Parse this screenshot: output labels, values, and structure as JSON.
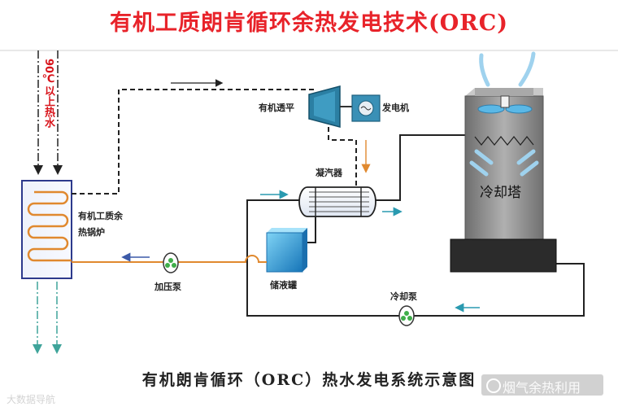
{
  "title": "有机工质朗肯循环余热发电技术(ORC)",
  "subtitle": "有机朗肯循环（ORC）热水发电系统示意图",
  "labels": {
    "hot_water": "90℃以上热水",
    "boiler": "有机工质余\n热锅炉",
    "turbine": "有机透平",
    "generator": "发电机",
    "condenser": "凝汽器",
    "cooling_tower": "冷却塔",
    "storage_tank": "储液罐",
    "pressure_pump": "加压泵",
    "cooling_pump": "冷却泵"
  },
  "watermarks": {
    "left": "大数据导航",
    "right": "烟气余热利用"
  },
  "colors": {
    "title": "#e8232a",
    "hot_water_text": "#d8141b",
    "working_fluid_line": "#e0892f",
    "boiler_border": "#2d3a8c",
    "tower_body": "#8a8a8a",
    "tank": "#2e9fd6",
    "turbine": "#2b7fa3",
    "arrow_teal": "#2a9ab0",
    "arrow_blue": "#3c5aa8",
    "outlet_arrow": "#3fa49a"
  }
}
